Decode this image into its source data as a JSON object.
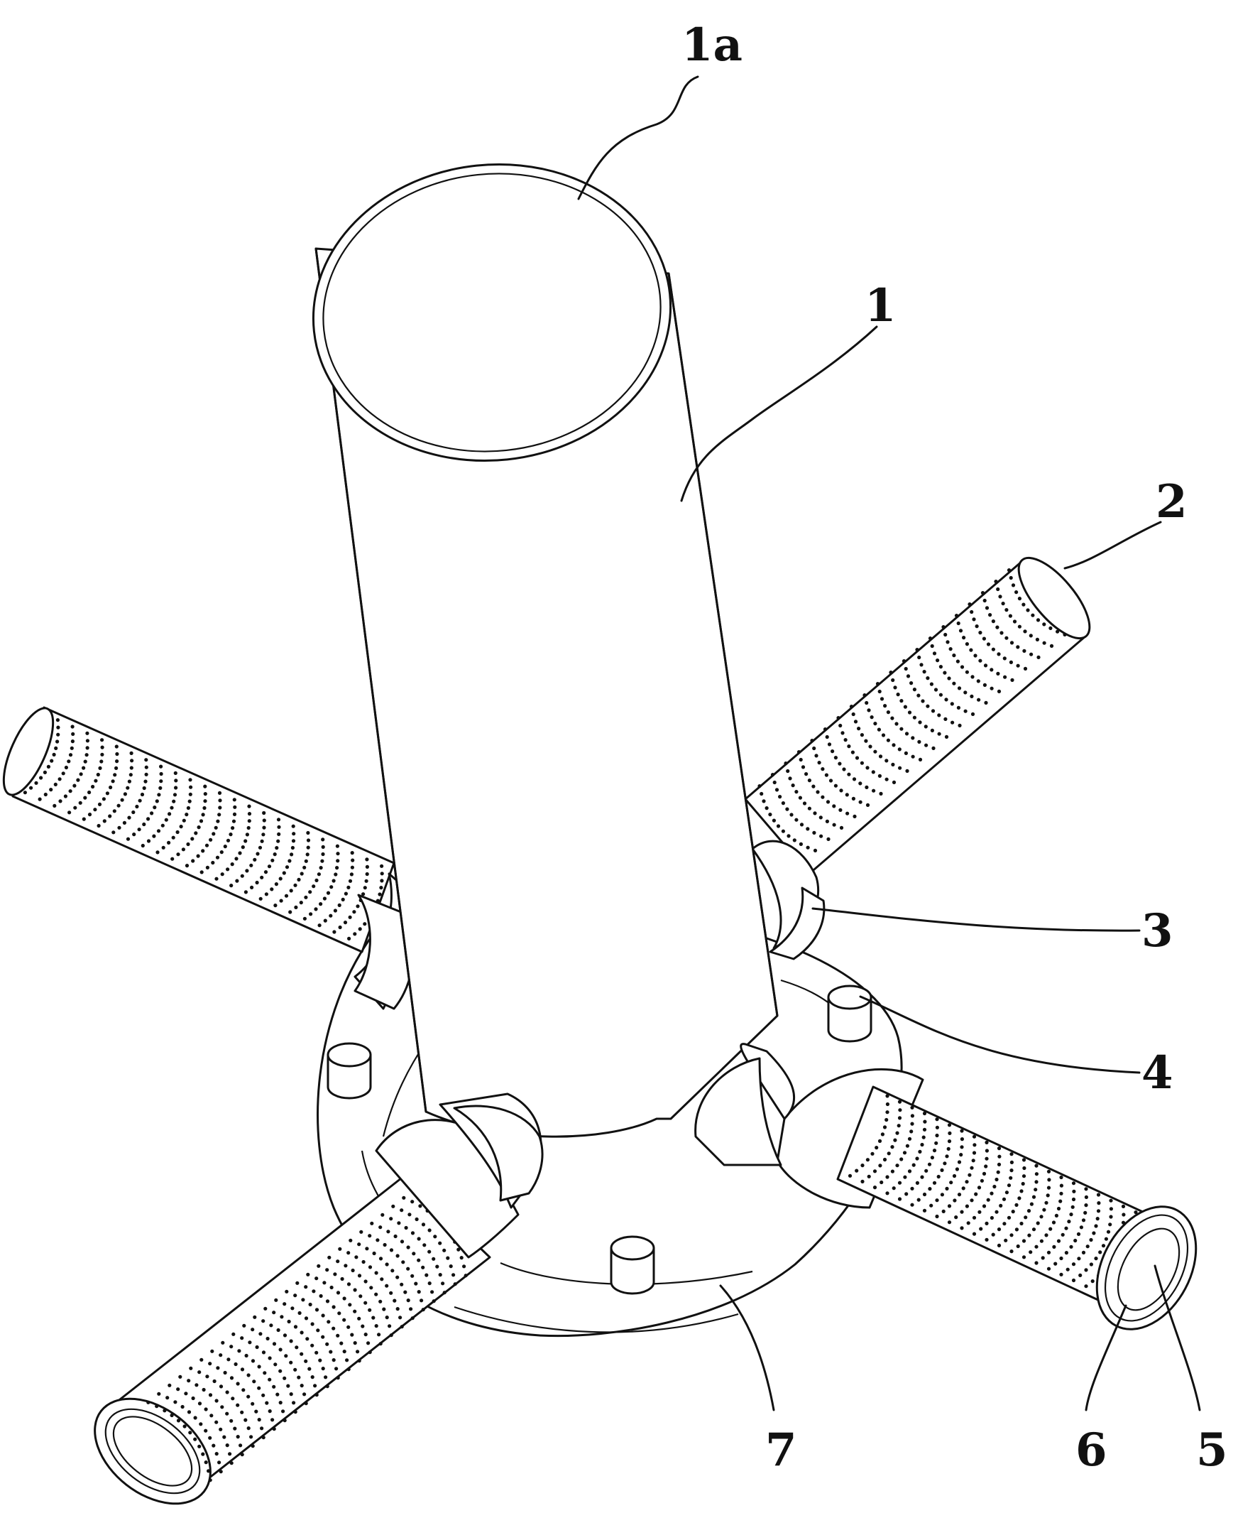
{
  "labels": {
    "outlet_opening": "1a",
    "main_pipe": "1",
    "branch_pipe": "2",
    "joint_sleeve": "3",
    "bolt": "4",
    "inner_tube": "5",
    "outer_sleeve": "6",
    "base_flange": "7"
  }
}
